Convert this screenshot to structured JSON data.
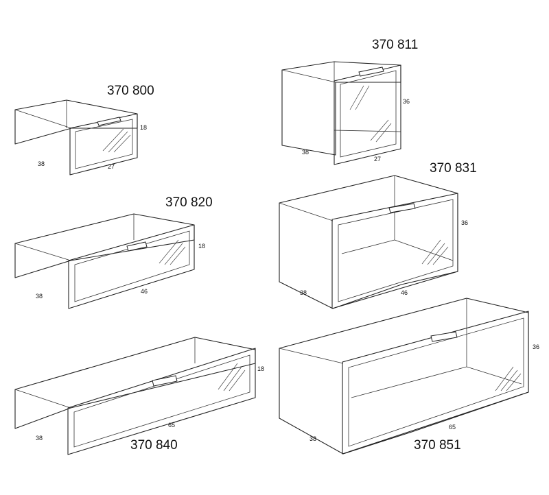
{
  "units": [
    {
      "id": "u800",
      "code": "370 800",
      "depth": "38",
      "width": "27",
      "height": "18"
    },
    {
      "id": "u811",
      "code": "370 811",
      "depth": "38",
      "width": "27",
      "height": "36"
    },
    {
      "id": "u820",
      "code": "370 820",
      "depth": "38",
      "width": "46",
      "height": "18"
    },
    {
      "id": "u831",
      "code": "370 831",
      "depth": "38",
      "width": "46",
      "height": "36"
    },
    {
      "id": "u840",
      "code": "370 840",
      "depth": "38",
      "width": "65",
      "height": "18"
    },
    {
      "id": "u851",
      "code": "370 851",
      "depth": "38",
      "width": "65",
      "height": "36"
    }
  ]
}
